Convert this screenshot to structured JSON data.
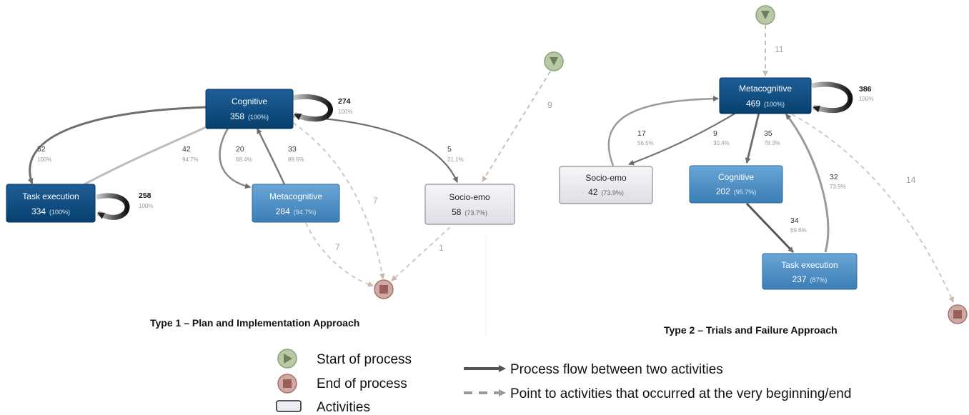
{
  "type1": {
    "caption": "Type 1 – Plan and Implementation Approach",
    "nodes": {
      "cognitive": {
        "title": "Cognitive",
        "count": "358",
        "pct": "(100%)"
      },
      "task_execution": {
        "title": "Task execution",
        "count": "334",
        "pct": "(100%)"
      },
      "metacognitive": {
        "title": "Metacognitive",
        "count": "284",
        "pct": "(94.7%)"
      },
      "socio_emo": {
        "title": "Socio-emo",
        "count": "58",
        "pct": "(73.7%)"
      }
    },
    "edges": {
      "cog_loop": {
        "count": "274",
        "pct": "100%"
      },
      "task_loop": {
        "count": "258",
        "pct": "100%"
      },
      "cog_to_task": {
        "count": "52",
        "pct": "100%"
      },
      "task_to_cog": {
        "count": "42",
        "pct": "94.7%"
      },
      "cog_to_meta": {
        "count": "20",
        "pct": "68.4%"
      },
      "meta_to_cog": {
        "count": "33",
        "pct": "89.5%"
      },
      "cog_to_socio": {
        "count": "5",
        "pct": "21.1%"
      }
    },
    "dashed": {
      "start_to_socio": "9",
      "cog_to_end": "7",
      "meta_to_end": "7",
      "socio_to_end": "1"
    }
  },
  "type2": {
    "caption": "Type 2 – Trials and Failure Approach",
    "nodes": {
      "metacognitive": {
        "title": "Metacognitive",
        "count": "469",
        "pct": "(100%)"
      },
      "socio_emo": {
        "title": "Socio-emo",
        "count": "42",
        "pct": "(73.9%)"
      },
      "cognitive": {
        "title": "Cognitive",
        "count": "202",
        "pct": "(95.7%)"
      },
      "task_execution": {
        "title": "Task execution",
        "count": "237",
        "pct": "(87%)"
      }
    },
    "edges": {
      "meta_loop": {
        "count": "386",
        "pct": "100%"
      },
      "socio_to_meta": {
        "count": "17",
        "pct": "56.5%"
      },
      "meta_to_socio": {
        "count": "9",
        "pct": "30.4%"
      },
      "meta_to_cog": {
        "count": "35",
        "pct": "78.3%"
      },
      "task_to_meta": {
        "count": "32",
        "pct": "73.9%"
      },
      "cog_to_task": {
        "count": "34",
        "pct": "69.6%"
      }
    },
    "dashed": {
      "start_to_meta": "11",
      "meta_to_end": "14"
    }
  },
  "legend": {
    "start": "Start of process",
    "end": "End of process",
    "activities": "Activities",
    "flow": "Process flow between two activities",
    "point": "Point to activities that occurred at the very beginning/end"
  },
  "colors": {
    "dark_node": "#0b4a80",
    "medium_node": "#4a8ec4",
    "light_node": "#ebebf0",
    "start_node": "#b9c9a4",
    "end_node": "#c89c97",
    "solid_edge": "#8a8a8a",
    "loop_edge": "#222222",
    "dashed_edge": "#c7c0b4"
  }
}
